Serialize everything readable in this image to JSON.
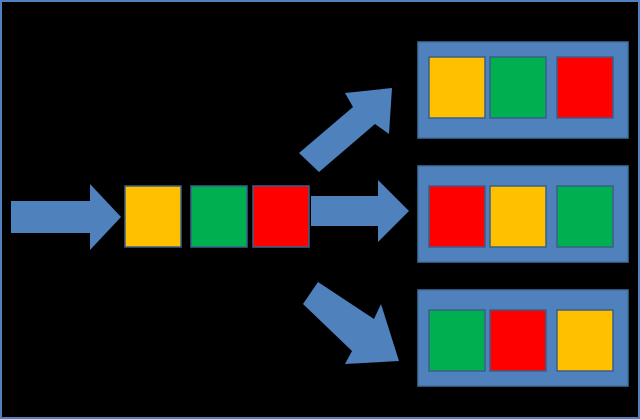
{
  "colors": {
    "background": "#000000",
    "frame": "#4F81BD",
    "arrow": "#4F81BD",
    "yellow": "#FFC000",
    "green": "#00B050",
    "red": "#FF0000",
    "square_border": "#3A5F8A"
  },
  "diagram": {
    "input_sequence": [
      "yellow",
      "green",
      "red"
    ],
    "output_sequences": [
      [
        "yellow",
        "green",
        "red"
      ],
      [
        "red",
        "yellow",
        "green"
      ],
      [
        "green",
        "red",
        "yellow"
      ]
    ]
  }
}
